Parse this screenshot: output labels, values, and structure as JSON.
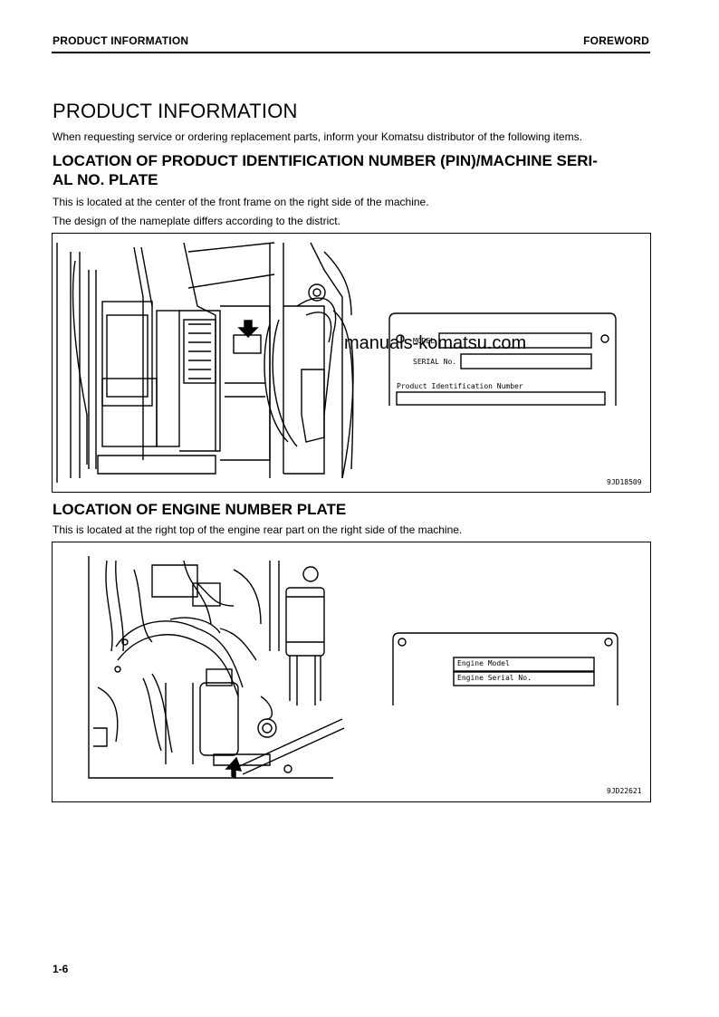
{
  "header": {
    "left": "PRODUCT INFORMATION",
    "right": "FOREWORD"
  },
  "title": "PRODUCT INFORMATION",
  "intro": "When requesting service or ordering replacement parts, inform your Komatsu distributor of the following items.",
  "section1": {
    "heading_line1": "LOCATION OF PRODUCT IDENTIFICATION NUMBER (PIN)/MACHINE SERI-",
    "heading_line2": "AL NO. PLATE",
    "text1": "This is located at the center of the front frame on the right side of the machine.",
    "text2": "The design of the nameplate differs according to the district.",
    "figure": {
      "code": "9JD18509",
      "plate_model_label": "MODEL",
      "plate_serial_label": "SERIAL No.",
      "plate_pin_label": "Product Identification Number"
    }
  },
  "section2": {
    "heading": "LOCATION OF ENGINE NUMBER PLATE",
    "text": "This is located at the right top of the engine rear part on the right side of the machine.",
    "figure": {
      "code": "9JD22621",
      "plate_model_label": "Engine Model",
      "plate_serial_label": "Engine Serial No."
    }
  },
  "watermark": "manuals-komatsu.com",
  "page_number": "1-6"
}
